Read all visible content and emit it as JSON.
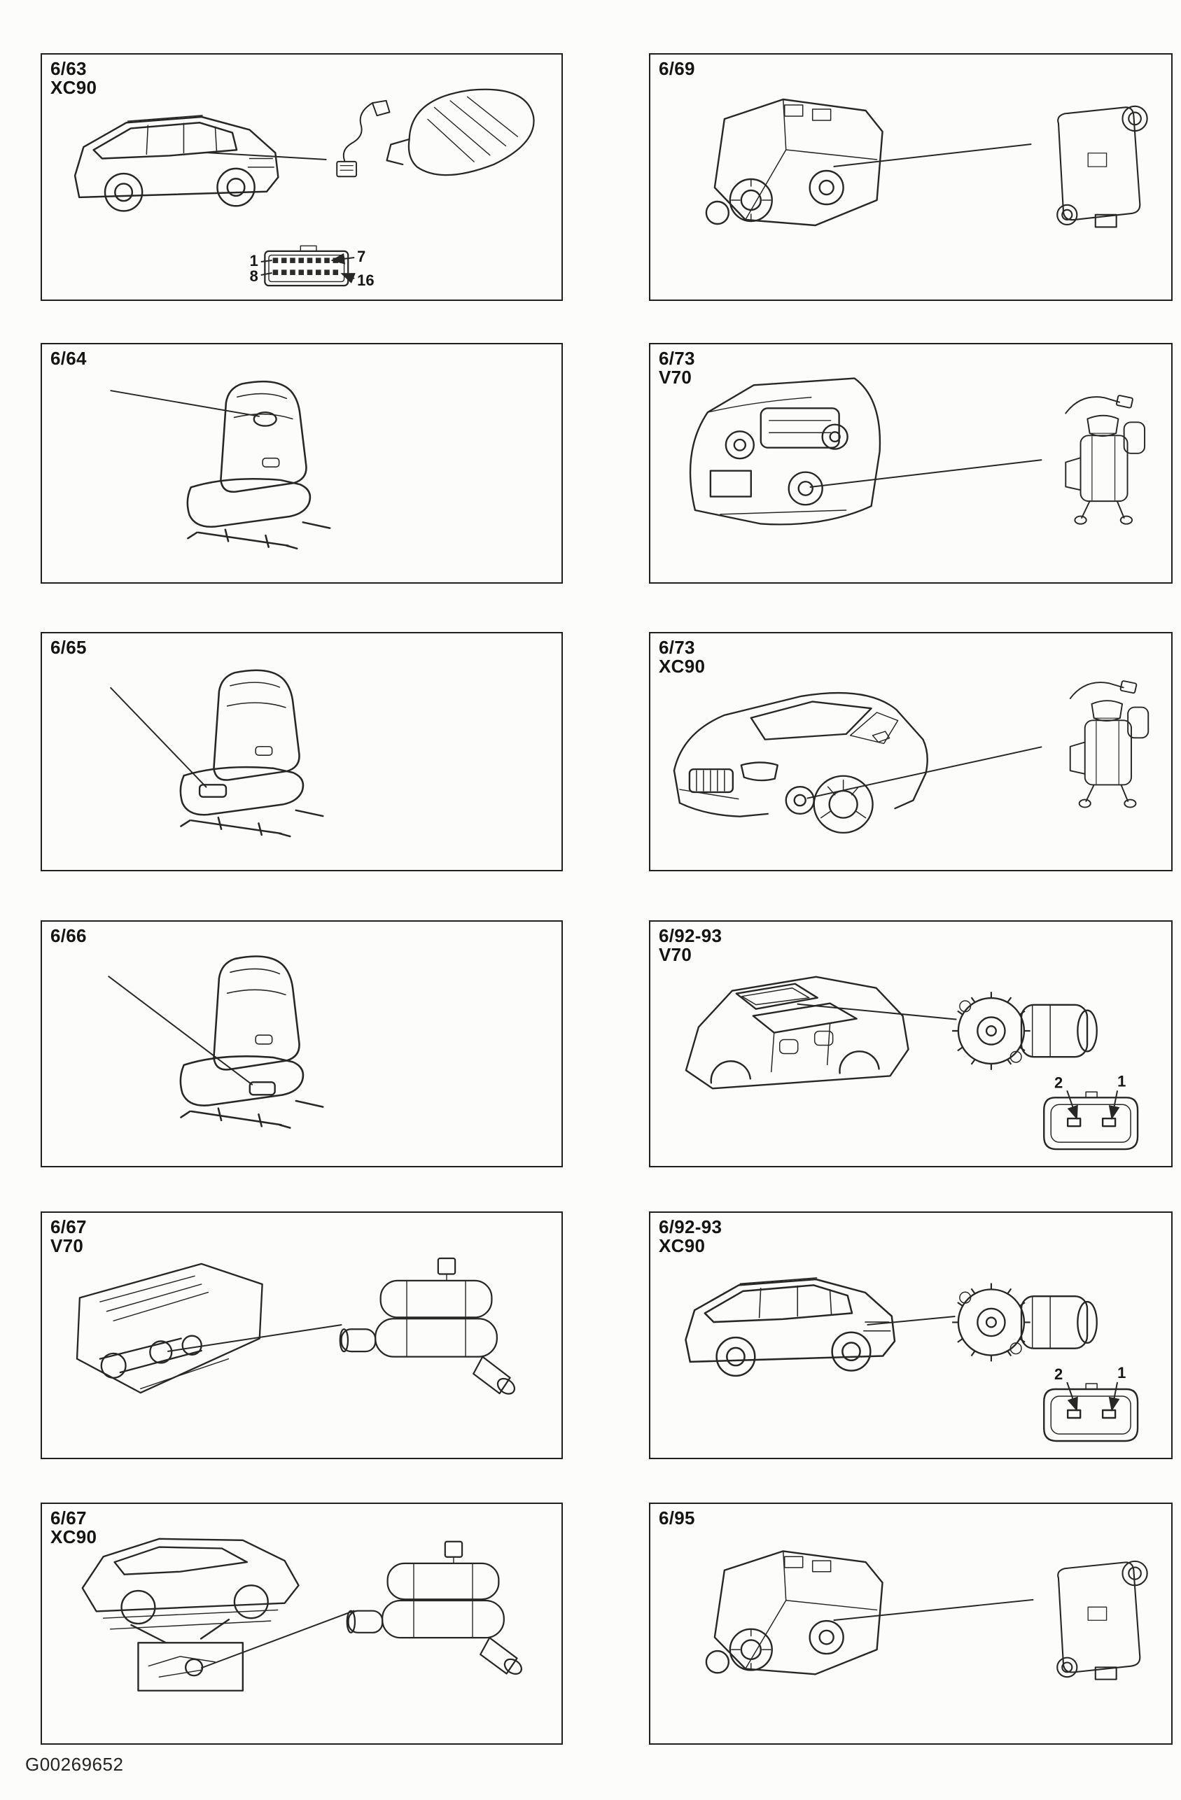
{
  "page": {
    "figure_id": "G00269652",
    "background": "#fcfcfa",
    "ink": "#242424"
  },
  "panels": [
    {
      "label1": "6/63",
      "label2": "XC90",
      "illustration": "xc90-suv-with-door-mirror-and-16-pin-connector",
      "callouts": [
        "1",
        "7",
        "8",
        "16"
      ]
    },
    {
      "label1": "6/69",
      "label2": "",
      "illustration": "hvac-heater-unit-with-control-module",
      "callouts": []
    },
    {
      "label1": "6/64",
      "label2": "",
      "illustration": "front-seat-backrest-component",
      "callouts": []
    },
    {
      "label1": "6/73",
      "label2": "V70",
      "illustration": "v70-engine-bay-with-auxiliary-heater-pump",
      "callouts": []
    },
    {
      "label1": "6/65",
      "label2": "",
      "illustration": "front-seat-cushion-front-component",
      "callouts": []
    },
    {
      "label1": "6/73",
      "label2": "XC90",
      "illustration": "xc90-front-with-auxiliary-heater-pump",
      "callouts": []
    },
    {
      "label1": "6/66",
      "label2": "",
      "illustration": "front-seat-cushion-rear-component",
      "callouts": []
    },
    {
      "label1": "6/92-93",
      "label2": "V70",
      "illustration": "v70-body-with-motor-and-2-pin-connector",
      "callouts": [
        "2",
        "1"
      ]
    },
    {
      "label1": "6/67",
      "label2": "V70",
      "illustration": "v70-underbody-with-shut-off-valve-unit",
      "callouts": []
    },
    {
      "label1": "6/92-93",
      "label2": "XC90",
      "illustration": "xc90-with-motor-and-2-pin-connector",
      "callouts": [
        "2",
        "1"
      ]
    },
    {
      "label1": "6/67",
      "label2": "XC90",
      "illustration": "xc90-underbody-with-shut-off-valve-unit",
      "callouts": []
    },
    {
      "label1": "6/95",
      "label2": "",
      "illustration": "hvac-heater-unit-with-control-module",
      "callouts": []
    }
  ]
}
